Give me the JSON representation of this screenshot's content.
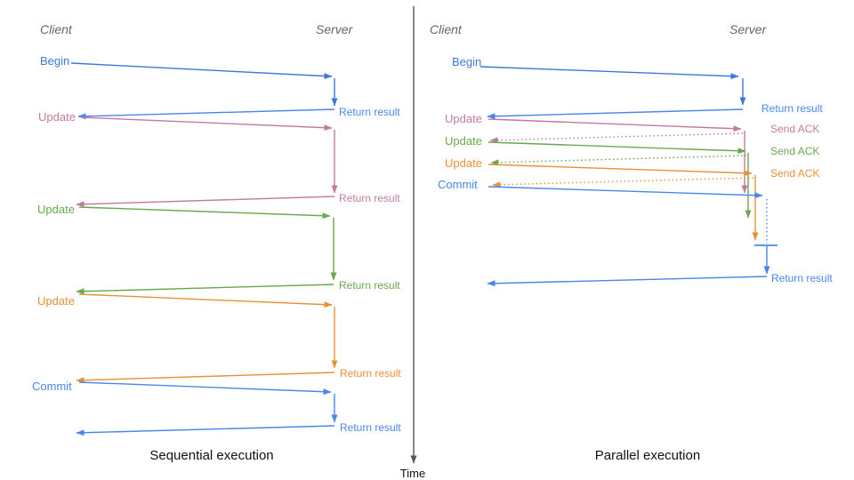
{
  "colors": {
    "request_blue": "#3c78d8",
    "return_blue": "#4a86e8",
    "pink": "#c27ba0",
    "green": "#6aa84f",
    "orange": "#e69138",
    "axis_gray": "#555555",
    "header_gray": "#666666",
    "caption_color": "#111111"
  },
  "time_axis": {
    "label": "Time"
  },
  "left_panel": {
    "title": "Sequential execution",
    "client_header": "Client",
    "server_header": "Server",
    "messages": [
      {
        "label": "Begin",
        "response": "Return result"
      },
      {
        "label": "Update",
        "response": "Return result"
      },
      {
        "label": "Update",
        "response": "Return result"
      },
      {
        "label": "Update",
        "response": "Return result"
      },
      {
        "label": "Commit",
        "response": "Return result"
      }
    ]
  },
  "right_panel": {
    "title": "Parallel execution",
    "client_header": "Client",
    "server_header": "Server",
    "messages": [
      {
        "label": "Begin",
        "response": "Return result"
      },
      {
        "label": "Update",
        "response": "Send ACK"
      },
      {
        "label": "Update",
        "response": "Send ACK"
      },
      {
        "label": "Update",
        "response": "Send ACK"
      },
      {
        "label": "Commit",
        "response": "Return result"
      }
    ]
  }
}
